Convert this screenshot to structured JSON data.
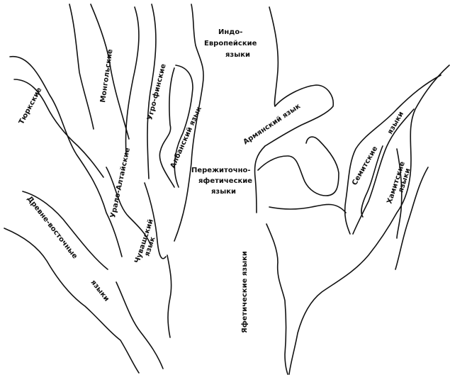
{
  "labels": {
    "tyurkskie": "Тюркские",
    "mongolskie": "Монгольские",
    "ugro_finskie": "Угро-финские",
    "indo_evropeiskie": [
      "Индо-",
      "Европейские",
      "языки"
    ],
    "albanskiy": "Албанский язык",
    "armyanskiy": "Армянский язык",
    "perezhitochno": [
      "Пережиточно-",
      "яфетические",
      "языки"
    ],
    "uralo_altaiskie": "Урало-Алтайские",
    "chuvashskiy": [
      "Чувашский",
      "язык"
    ],
    "drevne_vostochnye": [
      "Древне-восточные",
      "языки"
    ],
    "yafeticheskie": "Яфетические языки",
    "semitskie": [
      "Семитские",
      "языки"
    ],
    "khamitskie": [
      "Хамитские",
      "языки"
    ]
  }
}
